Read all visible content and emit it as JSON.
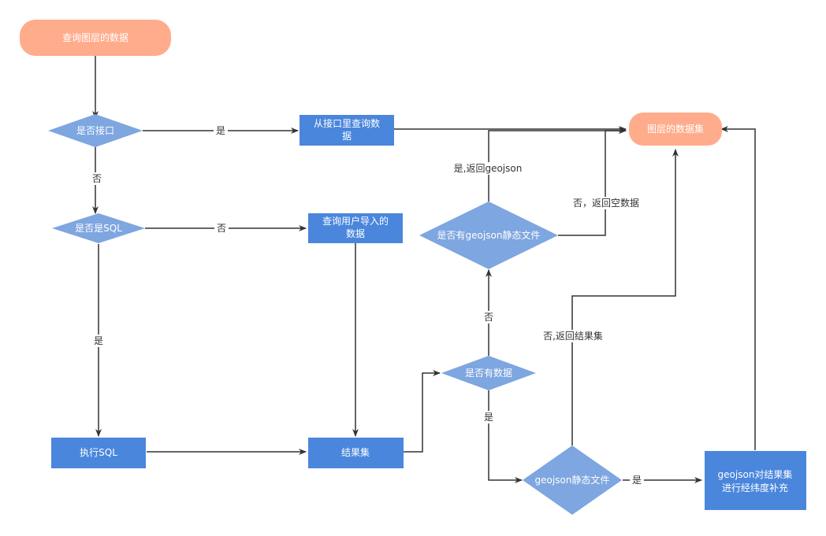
{
  "colors": {
    "terminal": "#ffac8c",
    "process": "#4a86dc",
    "decision": "#7ea6e0",
    "edge": "#333333"
  },
  "nodes": {
    "query_layer_data": "查询图层的数据",
    "is_interface": "是否接口",
    "query_from_interface": [
      "从接口里查询数",
      "据"
    ],
    "is_sql": "是否是SQL",
    "query_user_import": [
      "查询用户导入的",
      "数据"
    ],
    "execute_sql": "执行SQL",
    "result_set": "结果集",
    "has_data": "是否有数据",
    "has_geojson_static": "是否有geojson静态文件",
    "layer_dataset": "图层的数据集",
    "geojson_static_file": "geojson静态文件",
    "geojson_supplement": [
      "geojson对结果集",
      "进行经纬度补充"
    ]
  },
  "edge_labels": {
    "interface_yes": "是",
    "interface_no": "否",
    "sql_no": "否",
    "sql_yes": "是",
    "has_data_no": "否",
    "has_data_yes": "是",
    "static_yes_return_geojson": "是,返回geojson",
    "static_no_return_empty": "否，返回空数据",
    "geojson_no_return_result": "否,返回结果集",
    "geojson_yes": "是"
  }
}
